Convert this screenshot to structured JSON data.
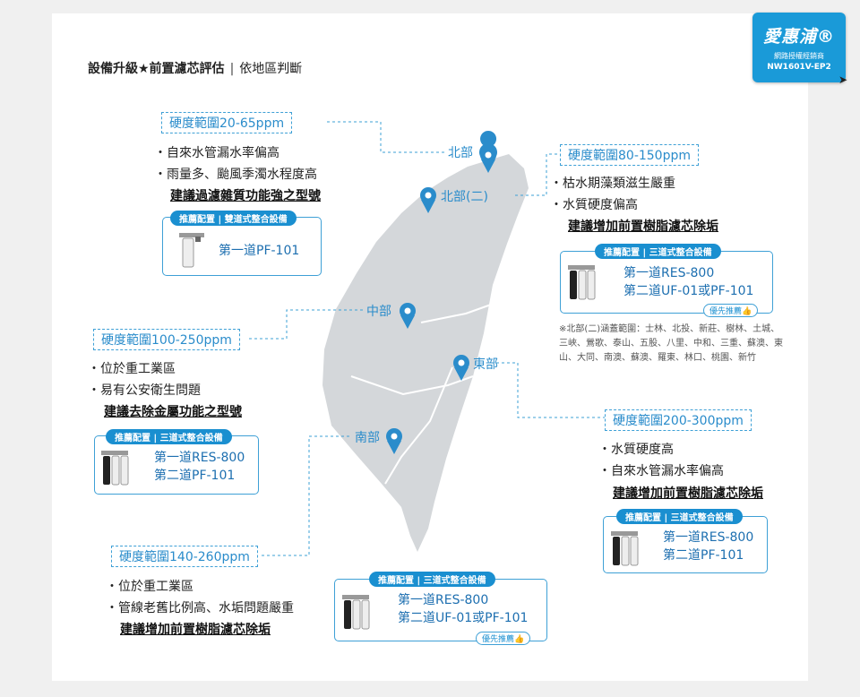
{
  "header": {
    "title": "設備升級★前置濾芯評估",
    "separator": "|",
    "subtitle": "依地區判斷"
  },
  "badge": {
    "logo": "愛惠浦®",
    "line2": "網路授權經銷商",
    "line3": "NW1601V-EP2"
  },
  "regions": {
    "north": "北部",
    "north2": "北部(二)",
    "central": "中部",
    "east": "東部",
    "south": "南部"
  },
  "panels": {
    "north": {
      "range": "硬度範圍20-65ppm",
      "bullets": [
        "・自來水管漏水率偏高",
        "・雨量多、颱風季濁水程度高"
      ],
      "advice": "建議過濾雜質功能強之型號",
      "tag": "推薦配置 | 雙道式整合設備",
      "products": [
        "第一道PF-101"
      ]
    },
    "north2": {
      "range": "硬度範圍80-150ppm",
      "bullets": [
        "・枯水期藻類滋生嚴重",
        "・水質硬度偏高"
      ],
      "advice": "建議增加前置樹脂濾芯除垢",
      "tag": "推薦配置 | 三道式整合設備",
      "products": [
        "第一道RES-800",
        "第二道UF-01或PF-101"
      ],
      "priority": "優先推薦👍"
    },
    "central": {
      "range": "硬度範圍100-250ppm",
      "bullets": [
        "・位於重工業區",
        "・易有公安衛生問題"
      ],
      "advice": "建議去除金屬功能之型號",
      "tag": "推薦配置 | 三道式整合設備",
      "products": [
        "第一道RES-800",
        "第二道PF-101"
      ]
    },
    "east": {
      "range": "硬度範圍200-300ppm",
      "bullets": [
        "・水質硬度高",
        "・自來水管漏水率偏高"
      ],
      "advice": "建議增加前置樹脂濾芯除垢",
      "tag": "推薦配置 | 三道式整合設備",
      "products": [
        "第一道RES-800",
        "第二道PF-101"
      ]
    },
    "south": {
      "range": "硬度範圍140-260ppm",
      "bullets": [
        "・位於重工業區",
        "・管線老舊比例高、水垢問題嚴重"
      ],
      "advice": "建議增加前置樹脂濾芯除垢",
      "tag": "推薦配置 | 三道式整合設備",
      "products": [
        "第一道RES-800",
        "第二道UF-01或PF-101"
      ],
      "priority": "優先推薦👍"
    }
  },
  "note": "※北部(二)涵蓋範圍：士林、北投、新莊、樹林、土城、三峽、鶯歌、泰山、五股、八里、中和、三重、蘇澳、東山、大同、南澳、蘇澳、羅東、林口、桃園、新竹",
  "colors": {
    "accent": "#1a8fd0",
    "map": "#d4d7da",
    "pin": "#2a8ccb"
  }
}
